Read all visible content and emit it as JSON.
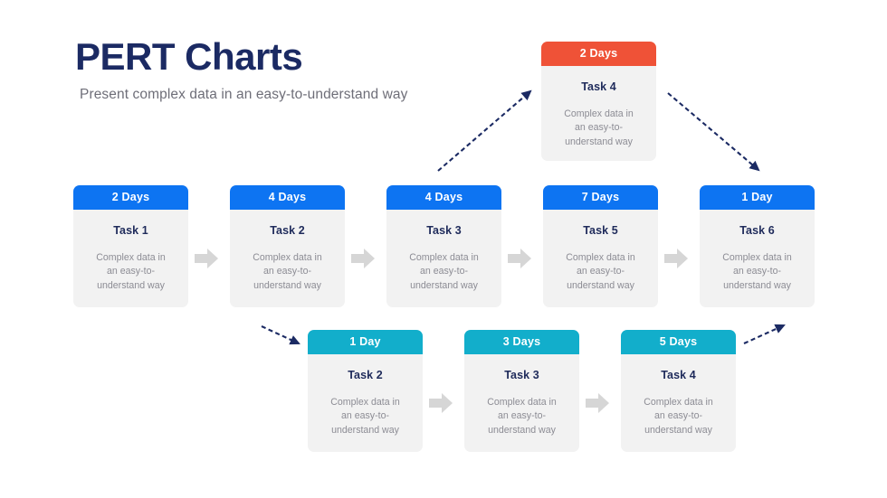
{
  "header": {
    "title": "PERT Charts",
    "subtitle": "Present complex data in an easy-to-understand way"
  },
  "colors": {
    "title_navy": "#1B2A63",
    "subtitle_grey": "#6E6E78",
    "header_blue": "#0D74F2",
    "header_red": "#EF5237",
    "header_teal": "#12AECB",
    "card_body": "#F2F2F2",
    "task_navy": "#1F2B5B",
    "desc_grey": "#8C8C94",
    "connector_grey": "#D6D6D6",
    "dashed_navy": "#1B2A63"
  },
  "description_text": "Complex data in\nan easy-to-\nunderstand way",
  "top_branch": {
    "cards": [
      {
        "duration": "2 Days",
        "task": "Task 4",
        "desc": "Complex data in\nan easy-to-\nunderstand way",
        "header_color": "red"
      }
    ]
  },
  "main_row": {
    "cards": [
      {
        "duration": "2 Days",
        "task": "Task 1",
        "desc": "Complex data in\nan easy-to-\nunderstand way",
        "header_color": "blue"
      },
      {
        "duration": "4 Days",
        "task": "Task 2",
        "desc": "Complex data in\nan easy-to-\nunderstand way",
        "header_color": "blue"
      },
      {
        "duration": "4 Days",
        "task": "Task 3",
        "desc": "Complex data in\nan easy-to-\nunderstand way",
        "header_color": "blue"
      },
      {
        "duration": "7 Days",
        "task": "Task 5",
        "desc": "Complex data in\nan easy-to-\nunderstand way",
        "header_color": "blue"
      },
      {
        "duration": "1 Day",
        "task": "Task 6",
        "desc": "Complex data in\nan easy-to-\nunderstand way",
        "header_color": "blue"
      }
    ]
  },
  "bottom_branch": {
    "cards": [
      {
        "duration": "1 Day",
        "task": "Task 2",
        "desc": "Complex data in\nan easy-to-\nunderstand way",
        "header_color": "teal"
      },
      {
        "duration": "3 Days",
        "task": "Task 3",
        "desc": "Complex data in\nan easy-to-\nunderstand way",
        "header_color": "teal"
      },
      {
        "duration": "5 Days",
        "task": "Task 4",
        "desc": "Complex data in\nan easy-to-\nunderstand way",
        "header_color": "teal"
      }
    ]
  },
  "connectors": {
    "block_arrows": 6,
    "dashed_arrows": 4
  }
}
